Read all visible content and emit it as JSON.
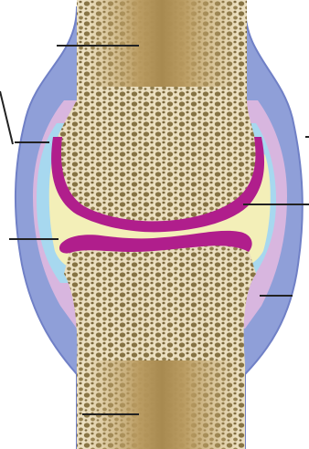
{
  "diagram": {
    "colors": {
      "background": "#ffffff",
      "outer_capsule": "#8f9fd8",
      "capsule_edge": "#7080c6",
      "synovial_membrane": "#d8b6df",
      "synovial_fluid": "#a7d8ef",
      "joint_cavity": "#f3efb8",
      "articular_cartilage": "#b01e8c",
      "spongy_bone": "#d9c59a",
      "trabecula": "#ede2c4",
      "pore": "#7d6a3a",
      "compact_shaft": "#c2a46c",
      "leader_line": "#222222"
    },
    "leader_lines": [
      "bone-shaft-upper",
      "capsule-left-upper",
      "synovial-left",
      "joint-cavity-left",
      "capsule-right-upper",
      "articular-cartilage-right",
      "capsule-right-lower",
      "bone-shaft-lower"
    ]
  }
}
